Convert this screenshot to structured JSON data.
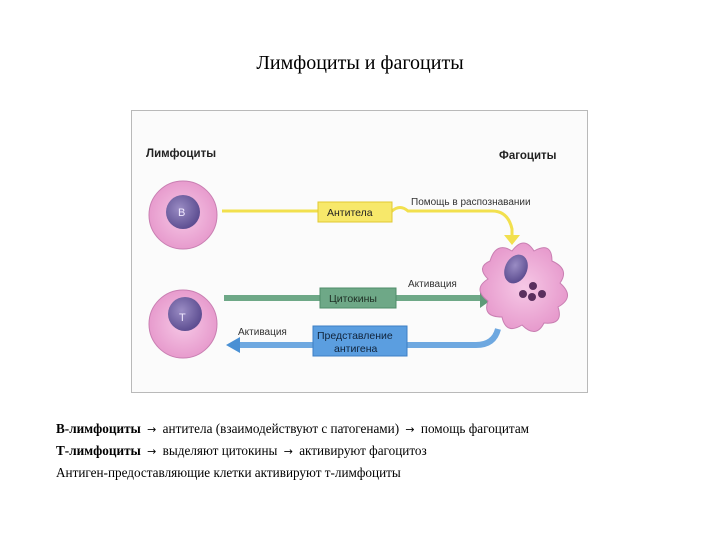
{
  "title": "Лимфоциты и фагоциты",
  "diagram": {
    "heading_left": "Лимфоциты",
    "heading_right": "Фагоциты",
    "b_cell_letter": "B",
    "t_cell_letter": "T",
    "antibodies": "Антитела",
    "recognition_help": "Помощь в распознавании",
    "activation_right": "Активация",
    "cytokines": "Цитокины",
    "activation_left": "Активация",
    "antigen_presentation_1": "Представление",
    "antigen_presentation_2": "антигена",
    "colors": {
      "yellow_arrow": "#f2e04e",
      "green_arrow": "#5e9a78",
      "blue_arrow": "#4a90d4",
      "cell_pink": "#f2b6dc",
      "nucleus": "#7f6fae"
    }
  },
  "caption": {
    "line1_bold": "В-лимфоциты",
    "line1_mid": "антитела (взаимодействуют с патогенами)",
    "line1_end": "помощь фагоцитам",
    "line2_bold": "Т-лимфоциты",
    "line2_mid": "выделяют цитокины",
    "line2_end": "активируют фагоцитоз",
    "line3": "Антиген-предоставляющие клетки активируют т-лимфоциты",
    "arrow": "→"
  }
}
